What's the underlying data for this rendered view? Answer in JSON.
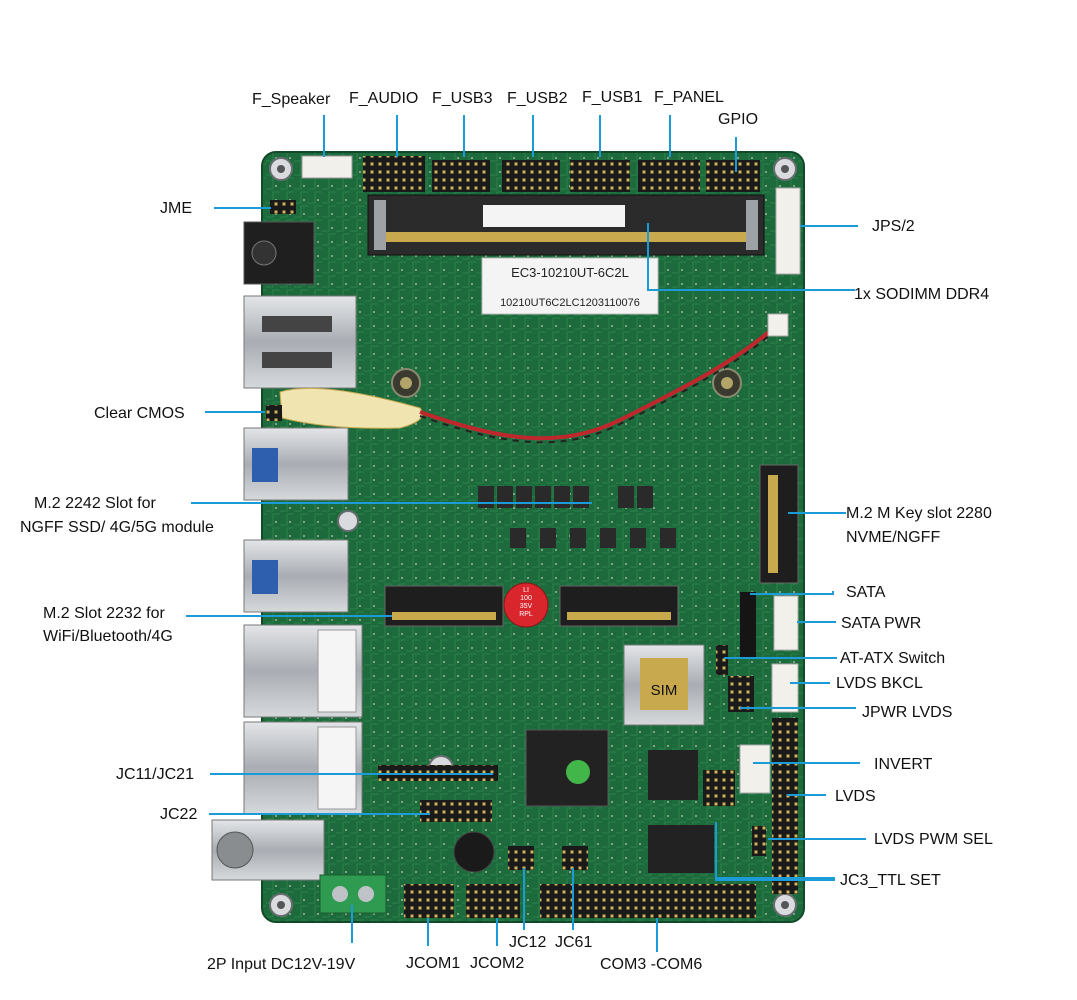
{
  "colors": {
    "pcb": "#1d6b3c",
    "pcb_dark": "#124a29",
    "leader": "#1b9bd7",
    "chrome": "#c9ccd0",
    "header": "#1a1a1a",
    "connector_white": "#f2f0ea",
    "sticker": "#f4f4f4"
  },
  "board_text": {
    "sticker_main": "EC3-10210UT-6C2L",
    "sticker_serial": "10210UT6C2LC1203110076",
    "sim_label": "SIM",
    "cap_text": "LI\n100\n35V\nRPL"
  },
  "labels": {
    "f_speaker": "F_Speaker",
    "f_audio": "F_AUDIO",
    "f_usb3": "F_USB3",
    "f_usb2": "F_USB2",
    "f_usb1": "F_USB1",
    "f_panel": "F_PANEL",
    "gpio": "GPIO",
    "jme": "JME",
    "jps2": "JPS/2",
    "sodimm": "1x SODIMM DDR4",
    "clear_cmos": "Clear CMOS",
    "m2_2242_line1": "M.2 2242 Slot for",
    "m2_2242_line2": "NGFF SSD/ 4G/5G module",
    "m2_mkey_line1": "M.2 M Key slot 2280",
    "m2_mkey_line2": "NVME/NGFF",
    "sata": "SATA",
    "sata_pwr": "SATA PWR",
    "m2_2232_line1": "M.2 Slot 2232 for",
    "m2_2232_line2": "WiFi/Bluetooth/4G",
    "at_atx": "AT-ATX Switch",
    "lvds_bkcl": "LVDS BKCL",
    "jpwr_lvds": "JPWR LVDS",
    "invert": "INVERT",
    "jc11_jc21": "JC11/JC21",
    "lvds": "LVDS",
    "jc22": "JC22",
    "lvds_pwm_sel": "LVDS PWM SEL",
    "jc3_ttl_set": "JC3_TTL SET",
    "dc_input": "2P Input DC12V-19V",
    "jcom1": "JCOM1",
    "jcom2": "JCOM2",
    "jc12": "JC12",
    "jc61": "JC61",
    "com3_com6": "COM3 -COM6"
  }
}
